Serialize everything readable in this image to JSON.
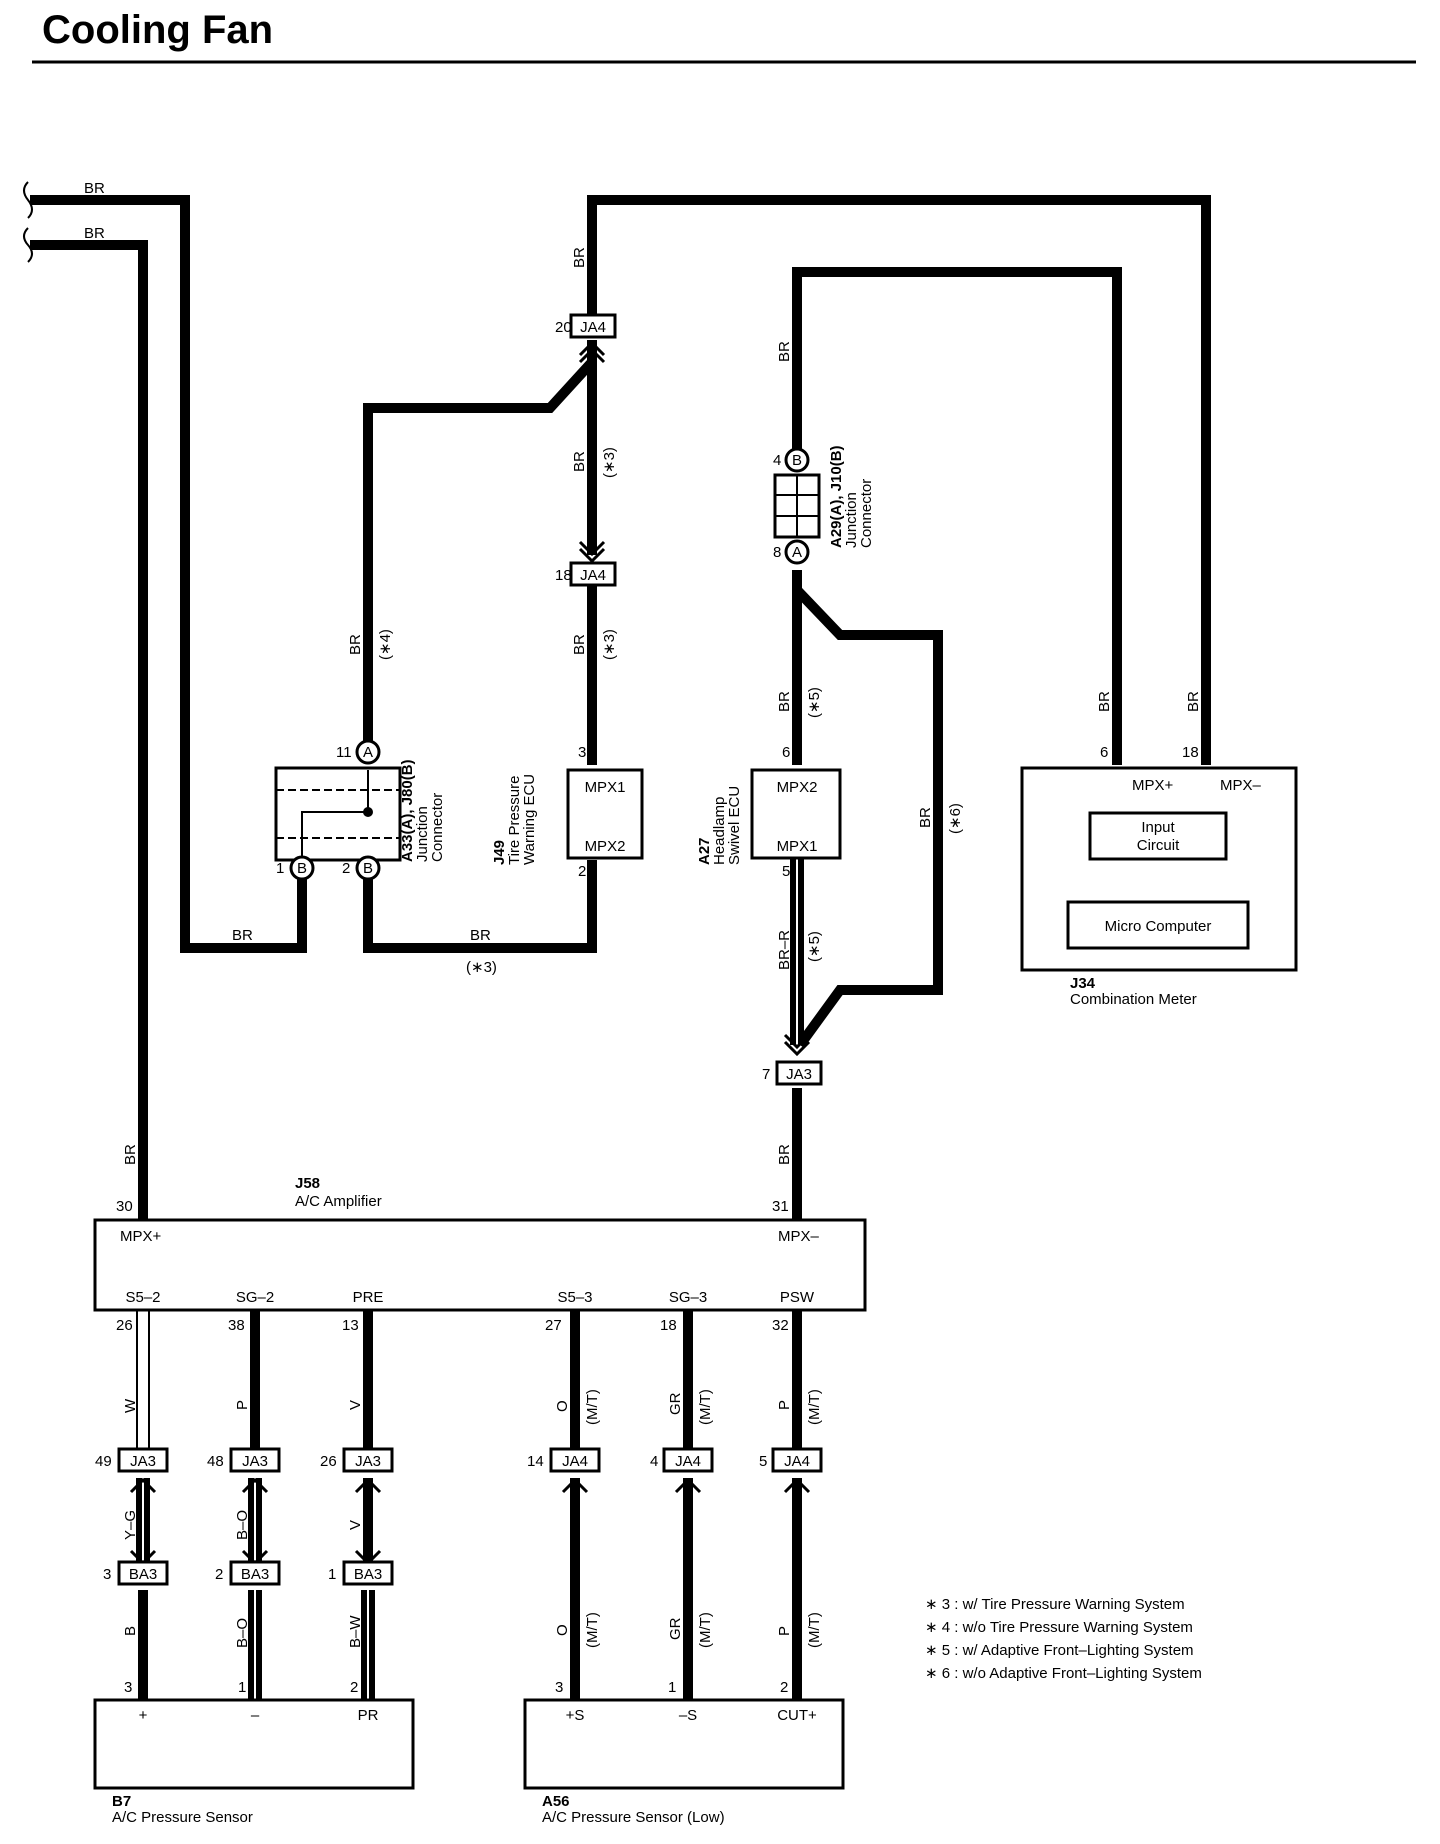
{
  "title": "Cooling Fan",
  "wire_colors": {
    "br": "BR",
    "br_r": "BR–R",
    "w": "W",
    "p": "P",
    "v": "V",
    "o": "O",
    "gr": "GR",
    "y_g": "Y–G",
    "b_o": "B–O",
    "b": "B",
    "b_w": "B–W"
  },
  "notes": {
    "n3": "(∗3)",
    "n4": "(∗4)",
    "n5": "(∗5)",
    "n6": "(∗6)",
    "mt": "(M/T)"
  },
  "connectors": {
    "ja4": "JA4",
    "ja3": "JA3",
    "ba3": "BA3",
    "a": "A",
    "b": "B"
  },
  "pins": {
    "p1": "1",
    "p2": "2",
    "p3": "3",
    "p4": "4",
    "p5": "5",
    "p6": "6",
    "p7": "7",
    "p8": "8",
    "p11": "11",
    "p13": "13",
    "p14": "14",
    "p18": "18",
    "p20": "20",
    "p26": "26",
    "p27": "27",
    "p30": "30",
    "p31": "31",
    "p32": "32",
    "p38": "38",
    "p48": "48",
    "p49": "49"
  },
  "components": {
    "a33": {
      "code": "A33(A), J80(B)",
      "name_1": "Junction",
      "name_2": "Connector"
    },
    "j49": {
      "code": "J49",
      "name_1": "Tire Pressure",
      "name_2": "Warning ECU",
      "term_1": "MPX1",
      "term_2": "MPX2"
    },
    "a29": {
      "code": "A29(A), J10(B)",
      "name_1": "Junction",
      "name_2": "Connector"
    },
    "a27": {
      "code": "A27",
      "name_1": "Headlamp",
      "name_2": "Swivel ECU",
      "term_1": "MPX2",
      "term_2": "MPX1"
    },
    "j34": {
      "code": "J34",
      "name": "Combination Meter",
      "term_1": "MPX+",
      "term_2": "MPX–",
      "block_1a": "Input",
      "block_1b": "Circuit",
      "block_2": "Micro Computer"
    },
    "j58": {
      "code": "J58",
      "name": "A/C Amplifier",
      "term_mpxp": "MPX+",
      "term_mpxm": "MPX–",
      "terms": [
        "S5–2",
        "SG–2",
        "PRE",
        "S5–3",
        "SG–3",
        "PSW"
      ]
    },
    "b7": {
      "code": "B7",
      "name": "A/C Pressure Sensor",
      "terms": [
        "+",
        "–",
        "PR"
      ]
    },
    "a56": {
      "code": "A56",
      "name": "A/C Pressure Sensor (Low)",
      "terms": [
        "+S",
        "–S",
        "CUT+"
      ]
    }
  },
  "legend": [
    "∗ 3 : w/ Tire Pressure Warning System",
    "∗ 4 : w/o Tire Pressure Warning System",
    "∗ 5 : w/ Adaptive Front–Lighting System",
    "∗ 6 : w/o Adaptive Front–Lighting System"
  ]
}
